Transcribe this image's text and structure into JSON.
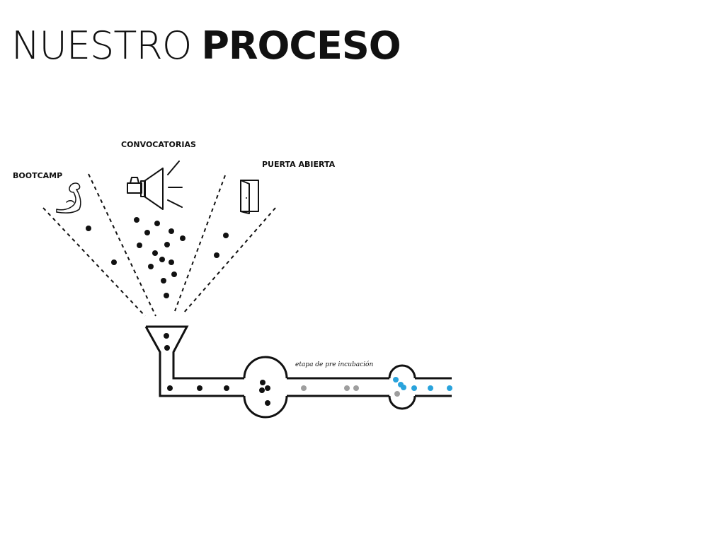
{
  "title": {
    "light": "NUESTRO",
    "bold": "PROCESO"
  },
  "sources": {
    "bootcamp": "BOOTCAMP",
    "convocatorias": "CONVOCATORIAS",
    "puerta_abierta": "PUERTA ABIERTA"
  },
  "stage_label": "etapa de pre incubación",
  "icons": {
    "bootcamp": "flexed-arm-icon",
    "convocatorias": "megaphone-icon",
    "puerta_abierta": "door-icon"
  },
  "colors": {
    "ink": "#111111",
    "gray_dot": "#9e9e9e",
    "blue_dot": "#29a3dc"
  }
}
